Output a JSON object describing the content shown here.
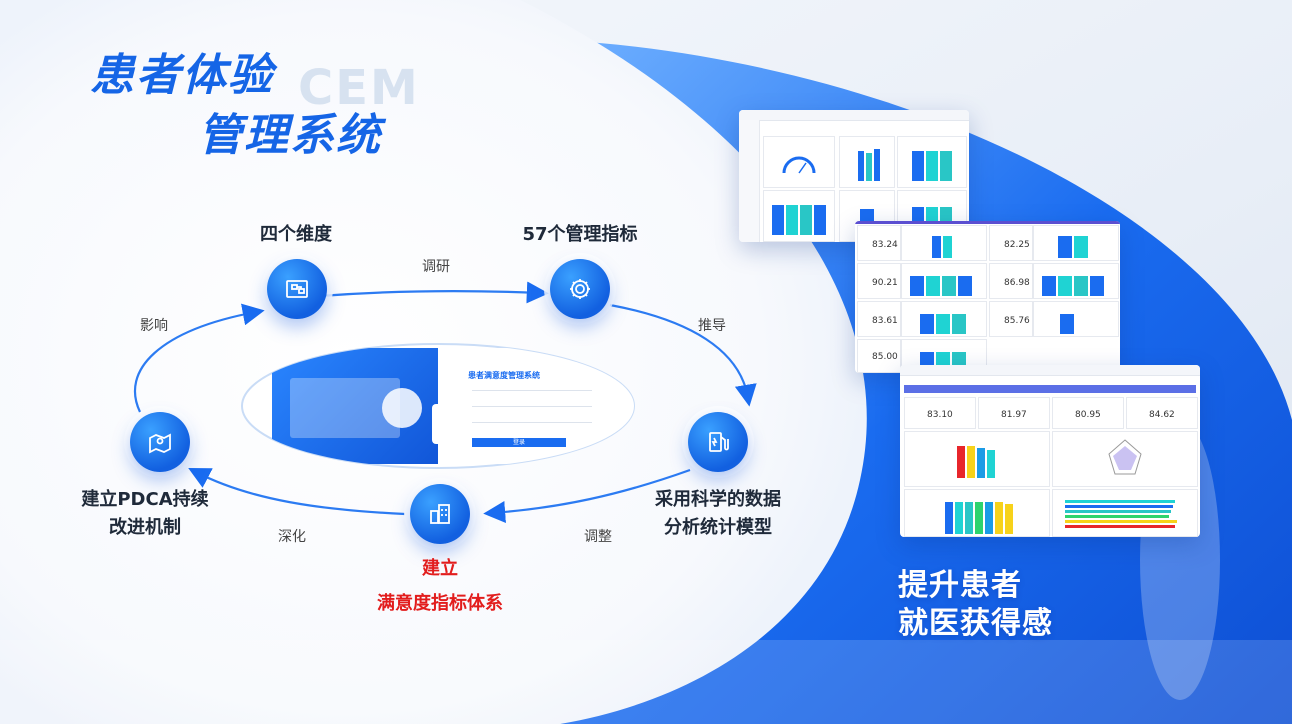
{
  "title": {
    "line1": "患者体验",
    "line2": "管理系统",
    "ghost": "CEM"
  },
  "cycle": {
    "nodes": [
      {
        "label": "四个维度",
        "icon": "blueprint-icon"
      },
      {
        "label": "57个管理指标",
        "icon": "gear-icon"
      },
      {
        "label": "采用科学的数据",
        "label2": "分析统计模型",
        "icon": "fuel-pump-icon"
      },
      {
        "label": "建立",
        "label2": "满意度指标体系",
        "icon": "buildings-icon"
      },
      {
        "label": "建立PDCA持续",
        "label2": "改进机制",
        "icon": "map-pin-icon"
      }
    ],
    "arrows": [
      "调研",
      "推导",
      "调整",
      "深化",
      "影响"
    ]
  },
  "preview": {
    "header": "患者满意度管理系统",
    "button": "登录"
  },
  "tagline": {
    "line1": "提升患者",
    "line2": "就医获得感"
  },
  "dashboard_scores": {
    "middle": [
      "83.24",
      "82.25",
      "90.21",
      "86.98",
      "83.61",
      "85.76",
      "85.00"
    ],
    "bottom": [
      "83.10",
      "81.97",
      "80.95",
      "84.62"
    ]
  },
  "colors": {
    "accent": "#1565e6",
    "red": "#e21d1d"
  }
}
